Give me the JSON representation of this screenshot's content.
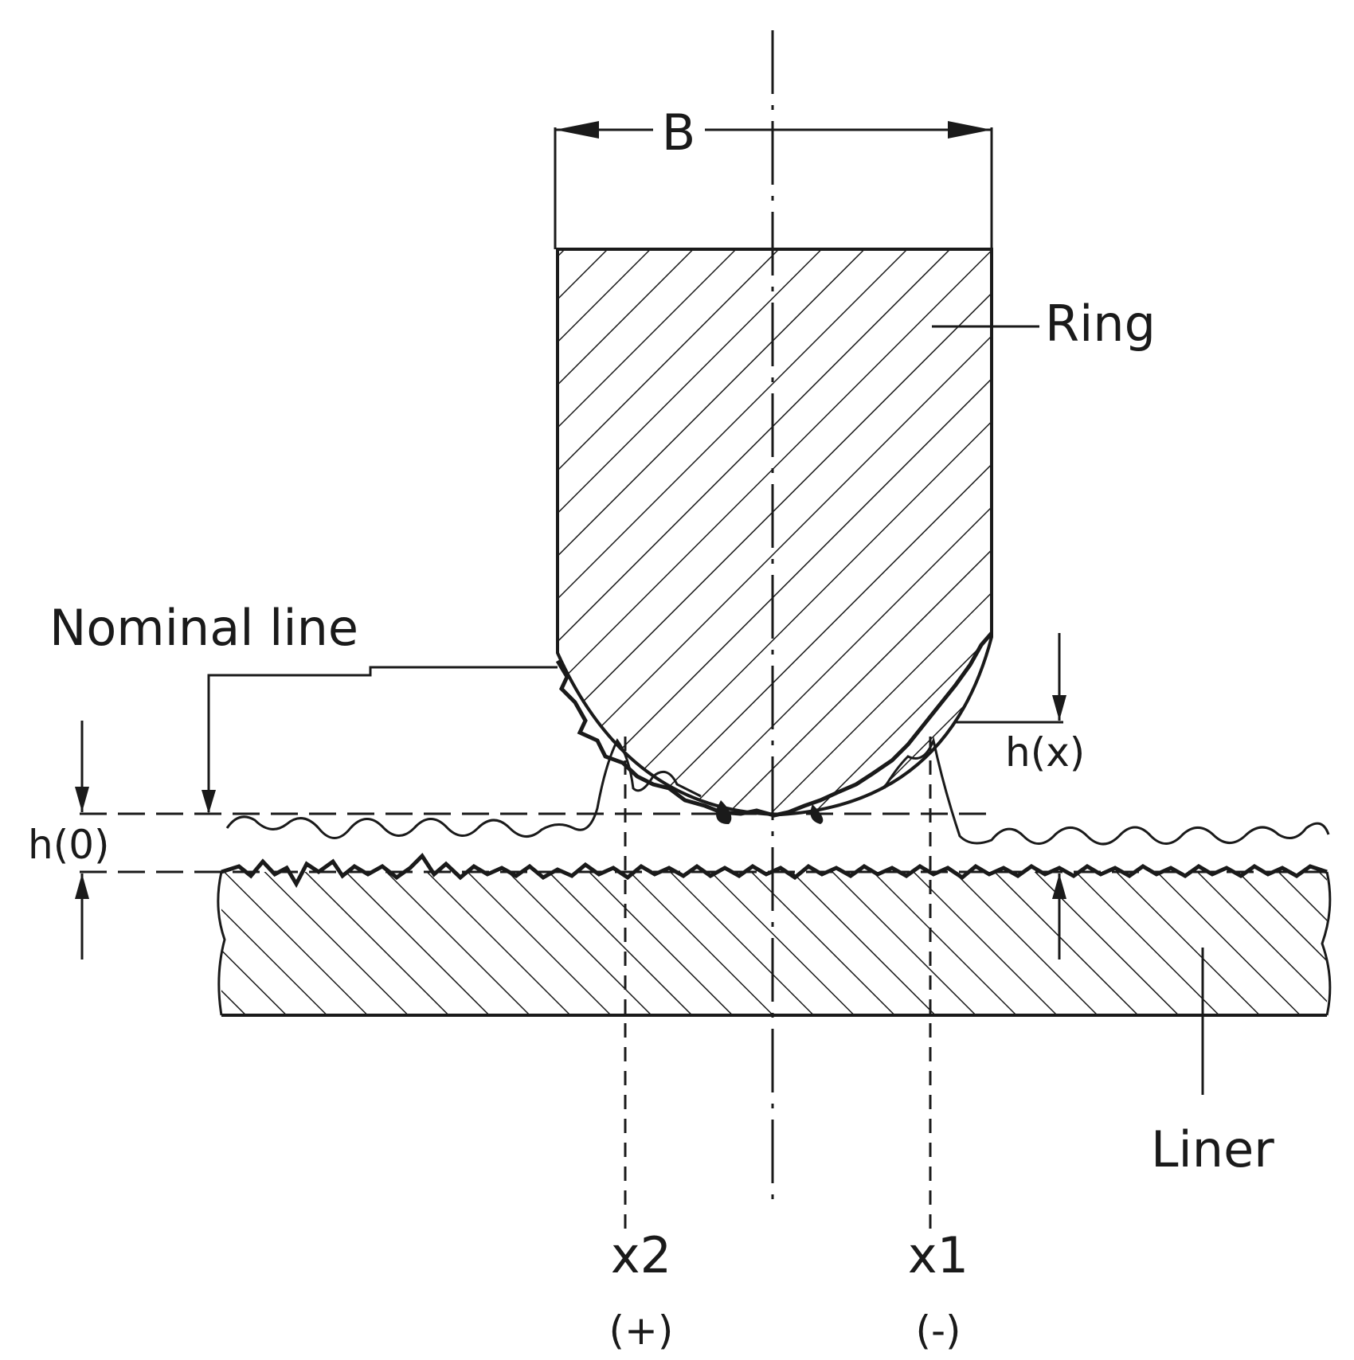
{
  "labels": {
    "width": "B",
    "ring": "Ring",
    "nominal_line": "Nominal line",
    "h_x": "h(x)",
    "h_0": "h(0)",
    "liner": "Liner",
    "x2": "x2",
    "x2_sign": "(+)",
    "x1": "x1",
    "x1_sign": "(-)"
  }
}
